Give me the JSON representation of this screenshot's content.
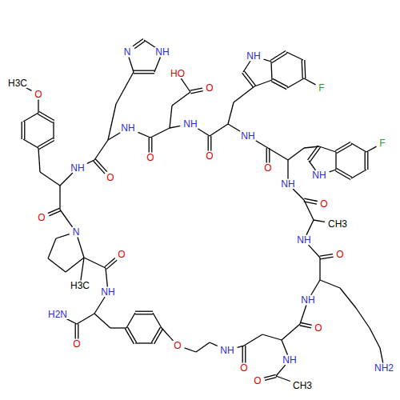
{
  "diagram": {
    "labels": [
      "H3C",
      "O",
      "N",
      "NH",
      "HO",
      "O",
      "NH",
      "F",
      "F",
      "NH",
      "NH",
      "O",
      "NH",
      "O",
      "NH",
      "O",
      "NH",
      "O",
      "CH3",
      "NH",
      "O",
      "NH",
      "NH2",
      "O",
      "NH",
      "O",
      "O",
      "N",
      "H3C",
      "O",
      "NH",
      "H2N",
      "O",
      "O",
      "NH",
      "O",
      "NH",
      "O",
      "CH3"
    ]
  }
}
